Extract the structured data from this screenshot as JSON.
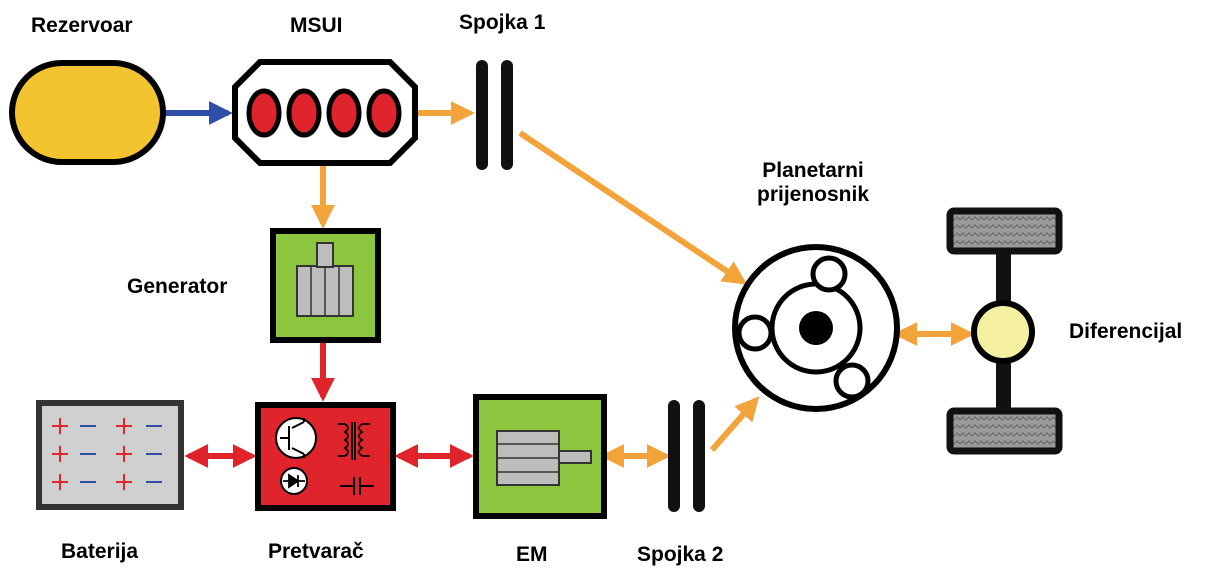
{
  "labels": {
    "tank": "Rezervoar",
    "engine": "MSUI",
    "clutch1": "Spojka 1",
    "planetary_line1": "Planetarni",
    "planetary_line2": "prijenosnik",
    "generator": "Generator",
    "differential": "Diferencijal",
    "battery": "Baterija",
    "converter": "Pretvarač",
    "motor": "EM",
    "clutch2": "Spojka 2"
  },
  "colors": {
    "fuel_flow": "#2e4ea8",
    "mechanical_flow": "#f2a33a",
    "electrical_flow": "#e0242b",
    "tank_fill": "#f4c430",
    "engine_cylinder": "#e0242b",
    "generator_box": "#8cc63f",
    "converter_box": "#e0242b",
    "motor_box": "#8cc63f",
    "battery_box": "#d0d0d0",
    "differential_hub": "#f5f0a0"
  },
  "icons": {
    "tank": "fuel-tank-icon",
    "engine": "engine-icon",
    "generator": "generator-icon",
    "converter": "power-converter-icon",
    "motor": "electric-motor-icon",
    "battery": "battery-icon",
    "planetary": "planetary-gear-icon",
    "axle": "axle-differential-icon"
  }
}
